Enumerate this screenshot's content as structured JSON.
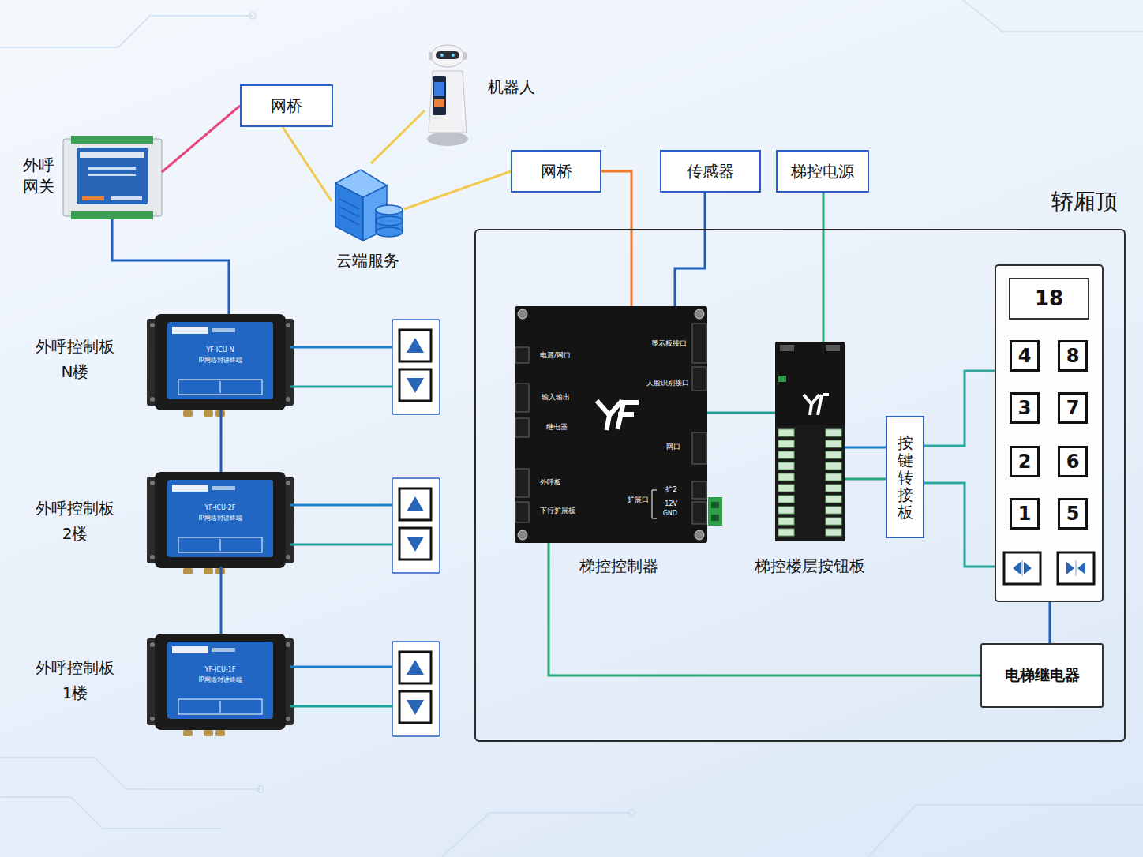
{
  "diagram": {
    "nodes": [
      {
        "text": [
          "外呼 网关"
        ]
      },
      {
        "text": [
          "网桥"
        ]
      },
      {
        "text": [
          "机器人"
        ]
      },
      {
        "text": [
          "云端服务"
        ]
      },
      {
        "text": [
          "网桥"
        ]
      },
      {
        "text": [
          "传感器"
        ]
      },
      {
        "text": [
          "梯控电源"
        ]
      },
      {
        "text": [
          "轿厢顶"
        ]
      },
      {
        "text": [
          "梯控控制器"
        ],
        "in": 7
      },
      {
        "text": [
          "梯控楼层按钮板"
        ],
        "in": 7
      },
      {
        "text": [
          "按键转接板"
        ],
        "in": 7
      },
      {
        "text": [
          "18"
        ],
        "in": 7
      },
      {
        "text": [
          "4"
        ],
        "in": 11
      },
      {
        "text": [
          "8"
        ],
        "in": 11
      },
      {
        "text": [
          "3"
        ],
        "in": 11
      },
      {
        "text": [
          "7"
        ],
        "in": 11
      },
      {
        "text": [
          "2"
        ],
        "in": 11
      },
      {
        "text": [
          "6"
        ],
        "in": 11
      },
      {
        "text": [
          "1"
        ],
        "in": 11
      },
      {
        "text": [
          "5"
        ],
        "in": 11
      },
      {
        "text": [
          "电梯继电器"
        ],
        "in": 7
      },
      {
        "text": [
          "外呼控制板 N楼"
        ]
      },
      {
        "text": [
          "外呼控制板 2楼"
        ]
      },
      {
        "text": [
          "外呼控制板 1楼"
        ]
      }
    ],
    "edges": [
      {
        "from": 0,
        "to": 1,
        "arrow": "none"
      },
      {
        "from": 1,
        "to": 3,
        "arrow": "none"
      },
      {
        "from": 2,
        "to": 3,
        "arrow": "none"
      },
      {
        "from": 3,
        "to": 4,
        "arrow": "none"
      },
      {
        "from": 4,
        "to": 8,
        "arrow": "none"
      },
      {
        "from": 5,
        "to": 8,
        "arrow": "none"
      },
      {
        "from": 6,
        "to": 9,
        "arrow": "none"
      },
      {
        "from": 8,
        "to": 9,
        "arrow": "none"
      },
      {
        "from": 9,
        "to": 10,
        "arrow": "none"
      },
      {
        "from": 9,
        "to": 10,
        "arrow": "none"
      },
      {
        "from": 10,
        "to": 11,
        "arrow": "none"
      },
      {
        "from": 10,
        "to": 11,
        "arrow": "none"
      },
      {
        "from": 11,
        "to": 20,
        "arrow": "none"
      },
      {
        "from": 8,
        "to": 20,
        "arrow": "none"
      },
      {
        "from": 0,
        "to": 21,
        "arrow": "none"
      },
      {
        "from": 21,
        "to": 22,
        "arrow": "none"
      },
      {
        "from": 22,
        "to": 23,
        "arrow": "none"
      }
    ],
    "labels": [
      "电源/网口",
      "输入输出",
      "继电器",
      "外呼板",
      "下行扩展板",
      "显示板接口",
      "人脸识别接口",
      "网口",
      "扩2",
      "扩展口",
      "12V",
      "GND",
      "YF-ICU-N",
      "IP网络对讲终端",
      "YF-ICU-2F",
      "IP网络对讲终端",
      "YF-ICU-1F",
      "IP网络对讲终端"
    ]
  }
}
